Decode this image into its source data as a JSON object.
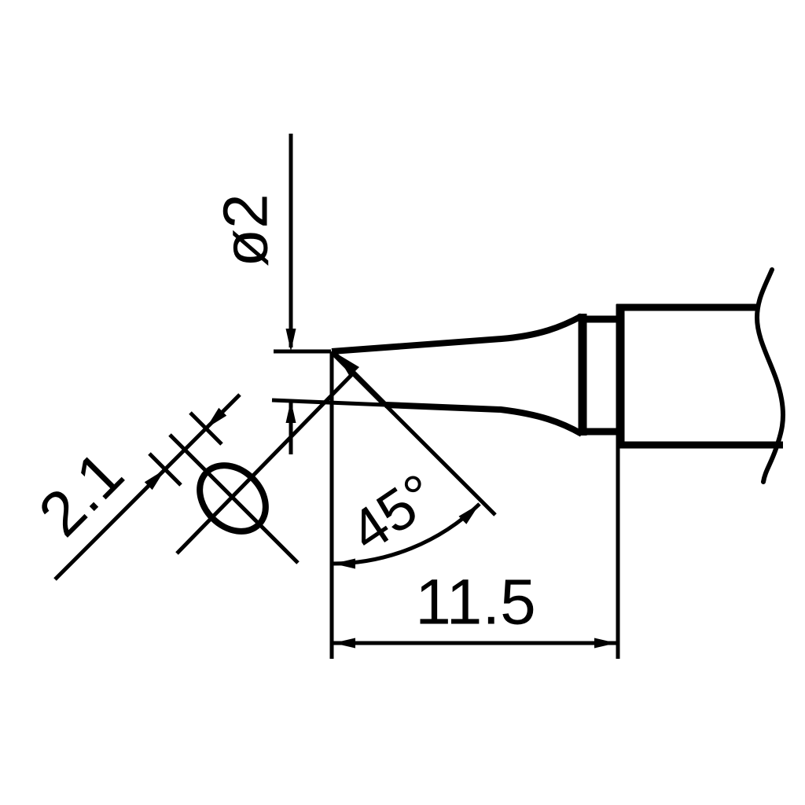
{
  "drawing": {
    "type": "technical-dimension-drawing",
    "subject": "soldering-iron-tip-bevel-profile",
    "colors": {
      "background": "#ffffff",
      "line": "#000000"
    },
    "dimensions": {
      "diameter_label": "ø2",
      "bevel_width_label": "2.1",
      "angle_label": "45°",
      "length_label": "11.5"
    }
  }
}
